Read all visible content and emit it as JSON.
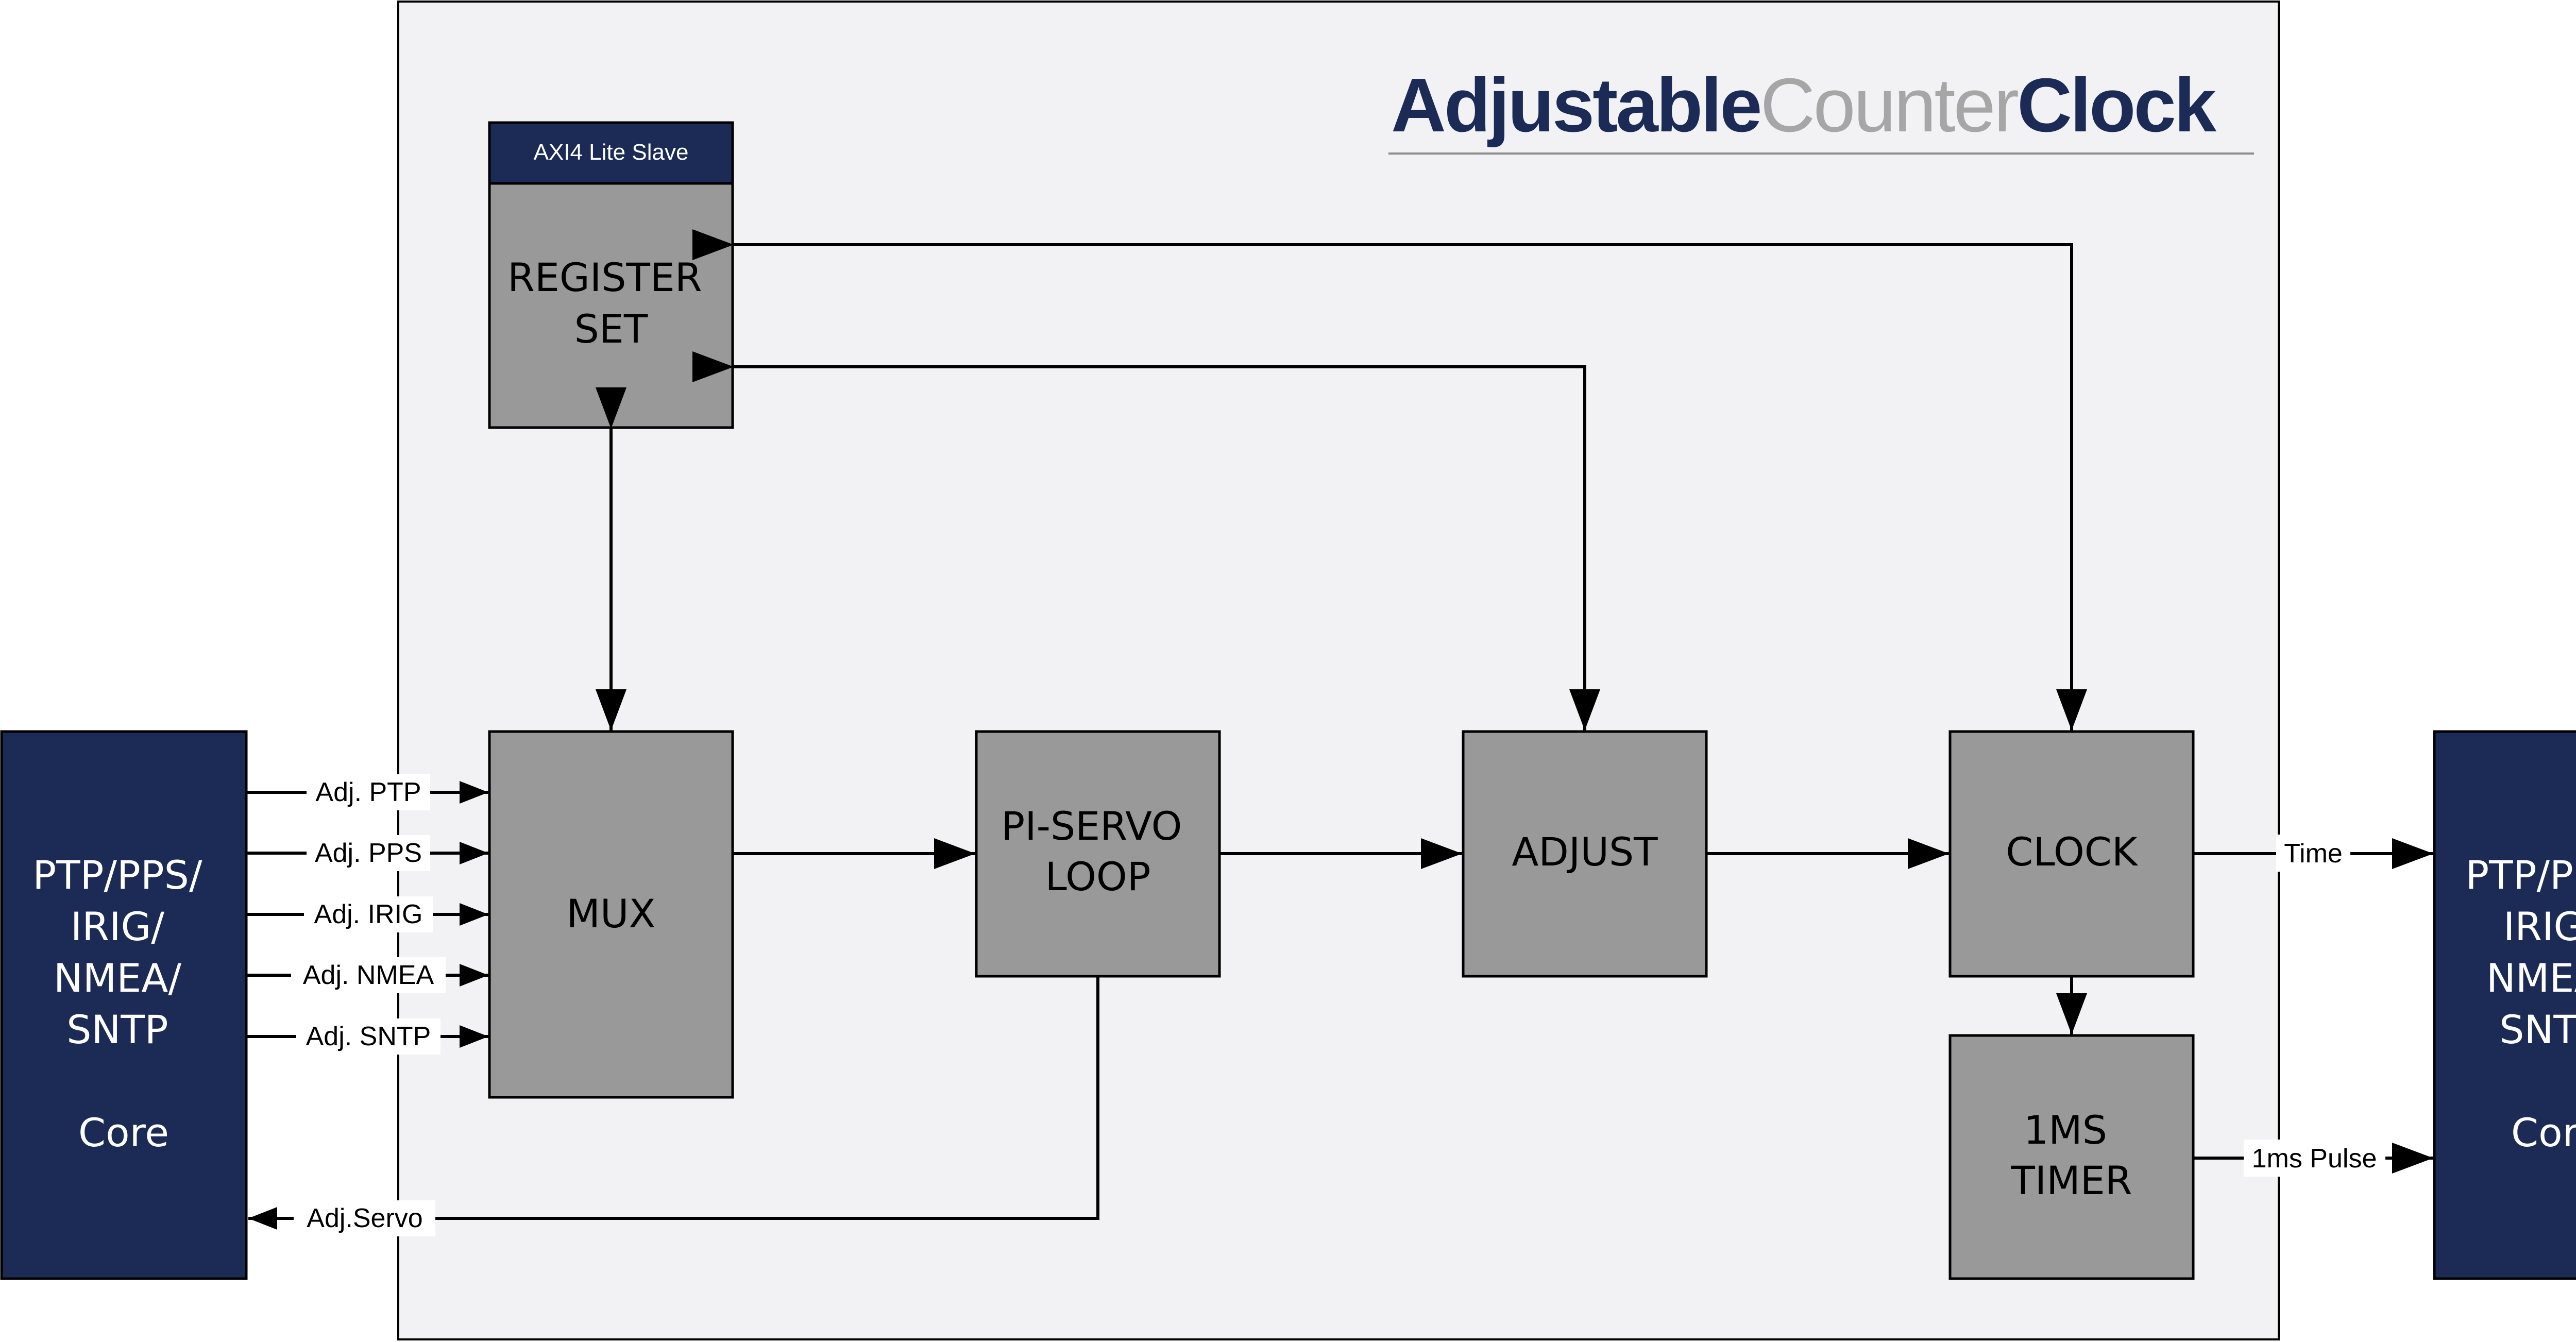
{
  "title": {
    "bold_a": "Adjustable",
    "light": "Counter",
    "bold_b": "Clock"
  },
  "colors": {
    "core": "#1c2a56",
    "block": "#999999",
    "container_bg": "#f2f2f4",
    "axi_header": "#1c2a56",
    "title_light": "#a6a6a6",
    "line": "#000000"
  },
  "left_core": {
    "lines": [
      "PTP/PPS/",
      "IRIG/",
      "NMEA/",
      "SNTP",
      "",
      "Core"
    ]
  },
  "right_core": {
    "lines": [
      "PTP/PPS/",
      "IRIG/",
      "NMEA/",
      "SNTP",
      "",
      "Core"
    ]
  },
  "register_set": {
    "header": "AXI4 Lite Slave",
    "lines": [
      "REGISTER",
      "SET"
    ]
  },
  "blocks": {
    "mux": {
      "lines": [
        "MUX"
      ]
    },
    "servo": {
      "lines": [
        "PI-SERVO",
        "LOOP"
      ]
    },
    "adjust": {
      "lines": [
        "ADJUST"
      ]
    },
    "clock": {
      "lines": [
        "CLOCK"
      ]
    },
    "timer": {
      "lines": [
        "1MS",
        "TIMER"
      ]
    }
  },
  "signals": {
    "adj_ptp": "Adj. PTP",
    "adj_pps": "Adj. PPS",
    "adj_irig": "Adj. IRIG",
    "adj_nmea": "Adj. NMEA",
    "adj_sntp": "Adj. SNTP",
    "adj_servo": "Adj.Servo",
    "time": "Time",
    "pulse": "1ms Pulse"
  }
}
